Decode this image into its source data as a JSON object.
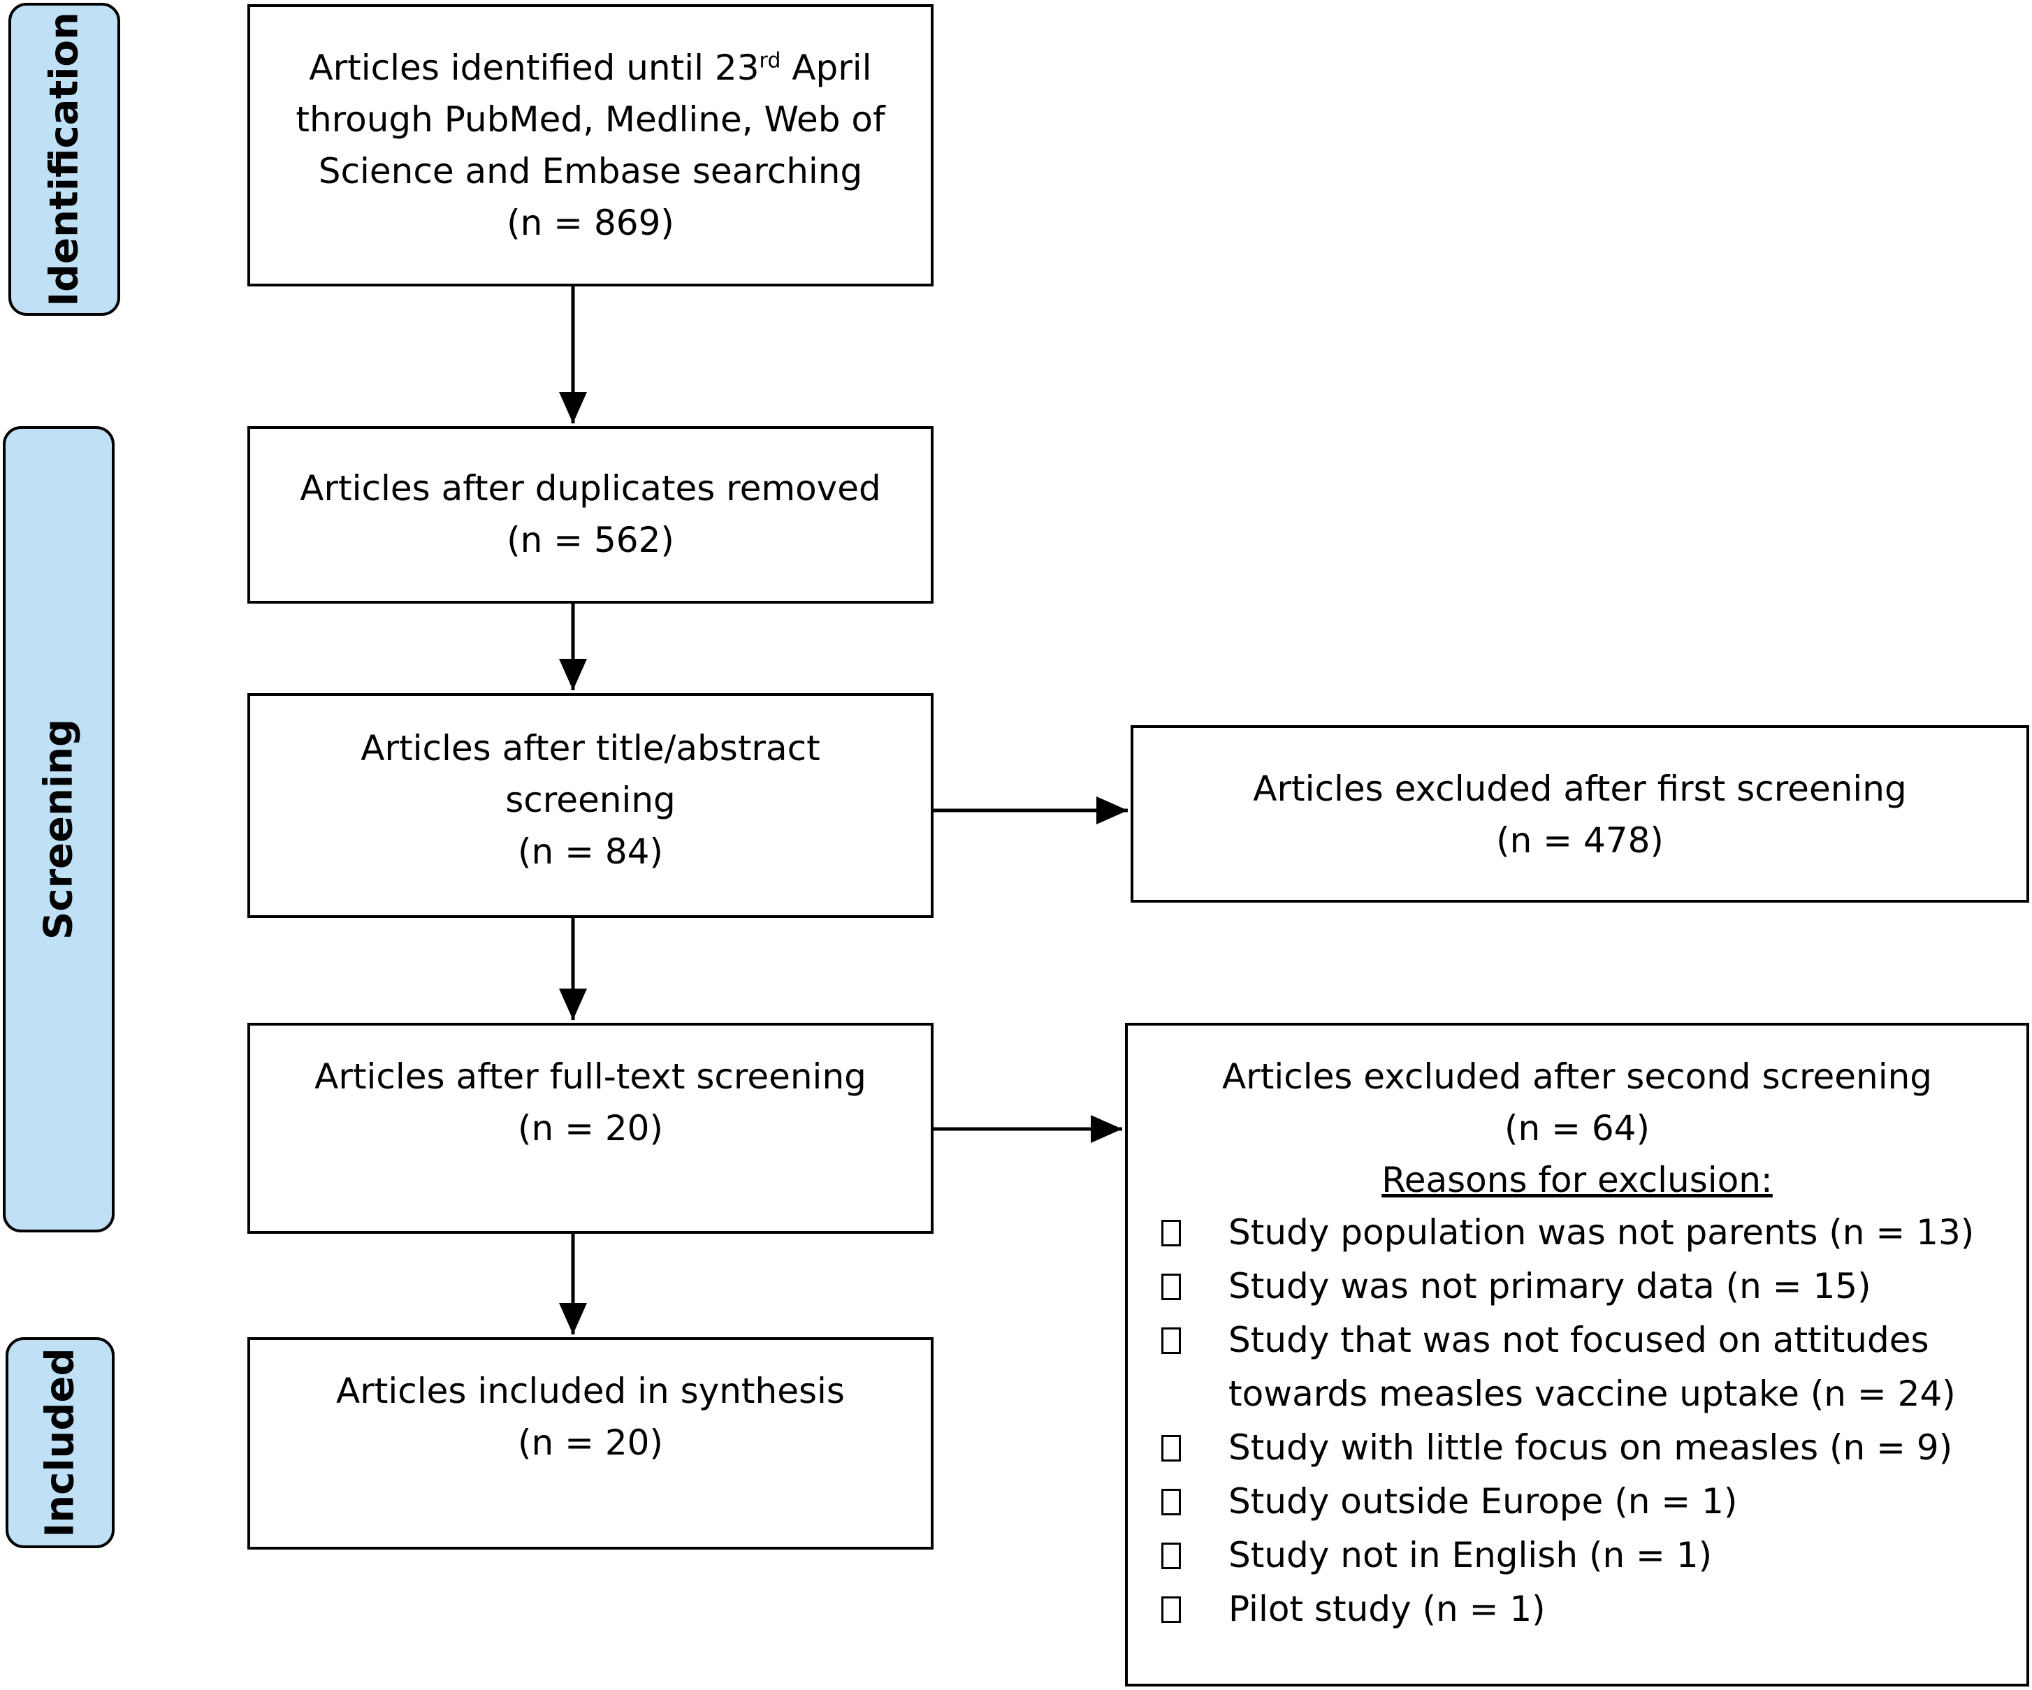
{
  "phases": {
    "identification": "Identification",
    "screening": "Screening",
    "included": "Included"
  },
  "boxes": {
    "identified": {
      "line1_pre": "Articles identified until 23",
      "line1_sup": "rd",
      "line1_post": " April",
      "line2": "through PubMed, Medline, Web of",
      "line3": "Science and Embase searching",
      "count": "(n = 869)"
    },
    "duplicates_removed": {
      "label": "Articles after duplicates removed",
      "count": "(n = 562)"
    },
    "title_abstract": {
      "line1": "Articles after title/abstract",
      "line2": "screening",
      "count": "(n = 84)"
    },
    "full_text": {
      "label": "Articles after full-text screening",
      "count": "(n = 20)"
    },
    "included": {
      "label": "Articles included in synthesis",
      "count": "(n = 20)"
    },
    "excluded_first": {
      "label": "Articles excluded after first screening",
      "count": "(n = 478)"
    },
    "excluded_second": {
      "label": "Articles excluded after second screening",
      "count": "(n = 64)",
      "reasons_title": "Reasons for exclusion:",
      "reasons": [
        "Study population was not parents (n = 13)",
        "Study was not primary data (n = 15)",
        "Study that was not focused on attitudes towards measles vaccine uptake (n = 24)",
        "Study with little focus on measles (n = 9)",
        "Study outside Europe (n = 1)",
        "Study not in English (n = 1)",
        "Pilot study (n = 1)"
      ]
    }
  }
}
